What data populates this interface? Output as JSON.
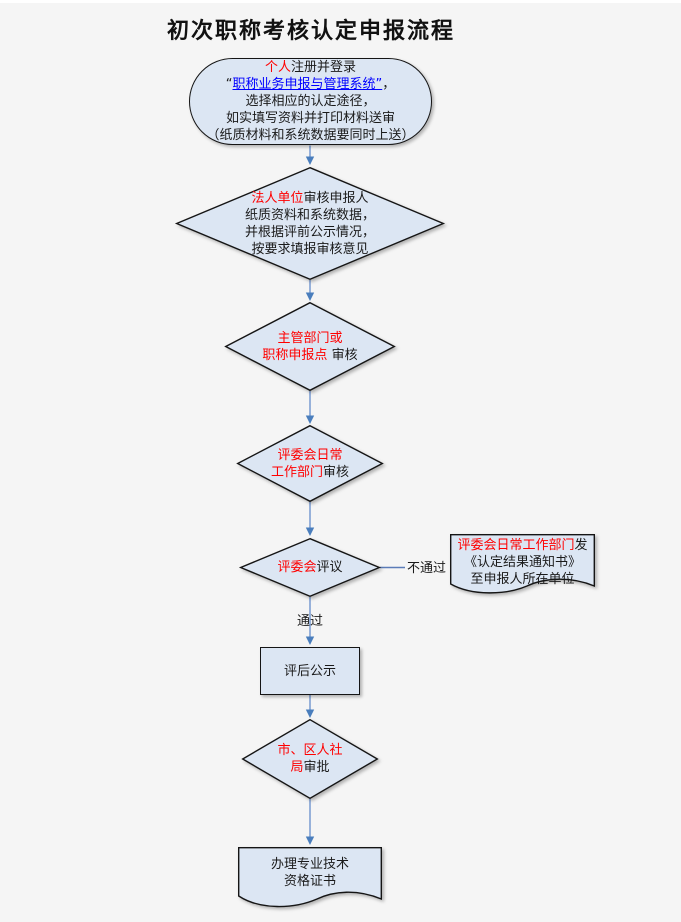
{
  "title": "初次职称考核认定申报流程",
  "colors": {
    "background": "#f5f5f5",
    "shape_fill": "#dce6f3",
    "shape_stroke": "#151515",
    "arrow": "#4a7ebd",
    "red_text": "#ff0000",
    "link_blue": "#0000ff"
  },
  "flow": {
    "register": {
      "l1_red": "个人",
      "l1_rest": "注册并登录",
      "l2_open": "“",
      "l2_link": "职称业务申报与管理系统”",
      "l2_comma": "，",
      "l3": "选择相应的认定途径，",
      "l4": "如实填写资料并打印材料送审",
      "l5": "（纸质材料和系统数据要同时上送）"
    },
    "unit_review": {
      "l1_red": "法人单位",
      "l1_rest": "审核申报人",
      "l2": "纸质资料和系统数据，",
      "l3": "并根据评前公示情况，",
      "l4": "按要求填报审核意见"
    },
    "dept_review": {
      "l1_red": "主管部门或",
      "l2_red": "职称申报点",
      "l2_rest": " 审核"
    },
    "office_review": {
      "l1_red": "评委会日常",
      "l2_red": "工作部门",
      "l2_rest": "审核"
    },
    "committee_eval": {
      "red": "评委会",
      "rest": "评议"
    },
    "labels": {
      "fail": "不通过",
      "pass": "通过"
    },
    "notice_doc": {
      "l1_red": "评委会日常工作部门",
      "l1_rest": "发",
      "l2": "《认定结果通知书》",
      "l3": "至申报人所在单位"
    },
    "publicity": {
      "label": "评后公示"
    },
    "bureau": {
      "l1_red": "市、区人社",
      "l2_red": "局",
      "l2_rest": "审批"
    },
    "cert_doc": {
      "l1": "办理专业技术",
      "l2": "资格证书"
    }
  }
}
